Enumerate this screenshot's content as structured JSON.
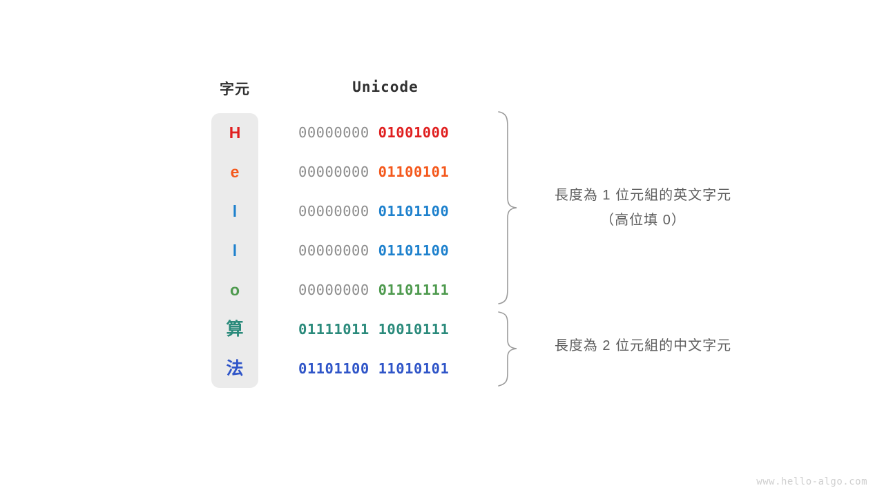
{
  "figure": {
    "headers": {
      "character": "字元",
      "unicode": "Unicode"
    },
    "rows": [
      {
        "char": "H",
        "char_color": "#e02020",
        "high_byte": "00000000",
        "low_byte": "01001000",
        "low_byte_color": "#e02020",
        "is_cjk": false,
        "bytes": 1
      },
      {
        "char": "e",
        "char_color": "#f4581c",
        "high_byte": "00000000",
        "low_byte": "01100101",
        "low_byte_color": "#f4581c",
        "is_cjk": false,
        "bytes": 1
      },
      {
        "char": "l",
        "char_color": "#1e81cd",
        "high_byte": "00000000",
        "low_byte": "01101100",
        "low_byte_color": "#1e81cd",
        "is_cjk": false,
        "bytes": 1
      },
      {
        "char": "l",
        "char_color": "#1e81cd",
        "high_byte": "00000000",
        "low_byte": "01101100",
        "low_byte_color": "#1e81cd",
        "is_cjk": false,
        "bytes": 1
      },
      {
        "char": "o",
        "char_color": "#4e9a4e",
        "high_byte": "00000000",
        "low_byte": "01101111",
        "low_byte_color": "#4e9a4e",
        "is_cjk": false,
        "bytes": 1
      },
      {
        "char": "算",
        "char_color": "#2a8a7b",
        "high_byte": "01111011",
        "low_byte": "10010111",
        "low_byte_color": "#2a8a7b",
        "is_cjk": true,
        "bytes": 2
      },
      {
        "char": "法",
        "char_color": "#2f55c8",
        "high_byte": "01101100",
        "low_byte": "11010101",
        "low_byte_color": "#2f55c8",
        "is_cjk": true,
        "bytes": 2
      }
    ],
    "annotations": [
      {
        "line1": "長度為 1 位元組的英文字元",
        "line2": "（高位填 0）"
      },
      {
        "line1": "長度為 2 位元組的中文字元",
        "line2": ""
      }
    ],
    "colors": {
      "panel_background": "#ebebeb",
      "high_byte_gray": "#8c8c8c",
      "annotation_gray": "#5e5e5e",
      "brace_gray": "#9a9a9a",
      "header_text": "#303030",
      "watermark": "#cfcfcf",
      "page_background": "#ffffff"
    },
    "watermark": "www.hello-algo.com"
  }
}
